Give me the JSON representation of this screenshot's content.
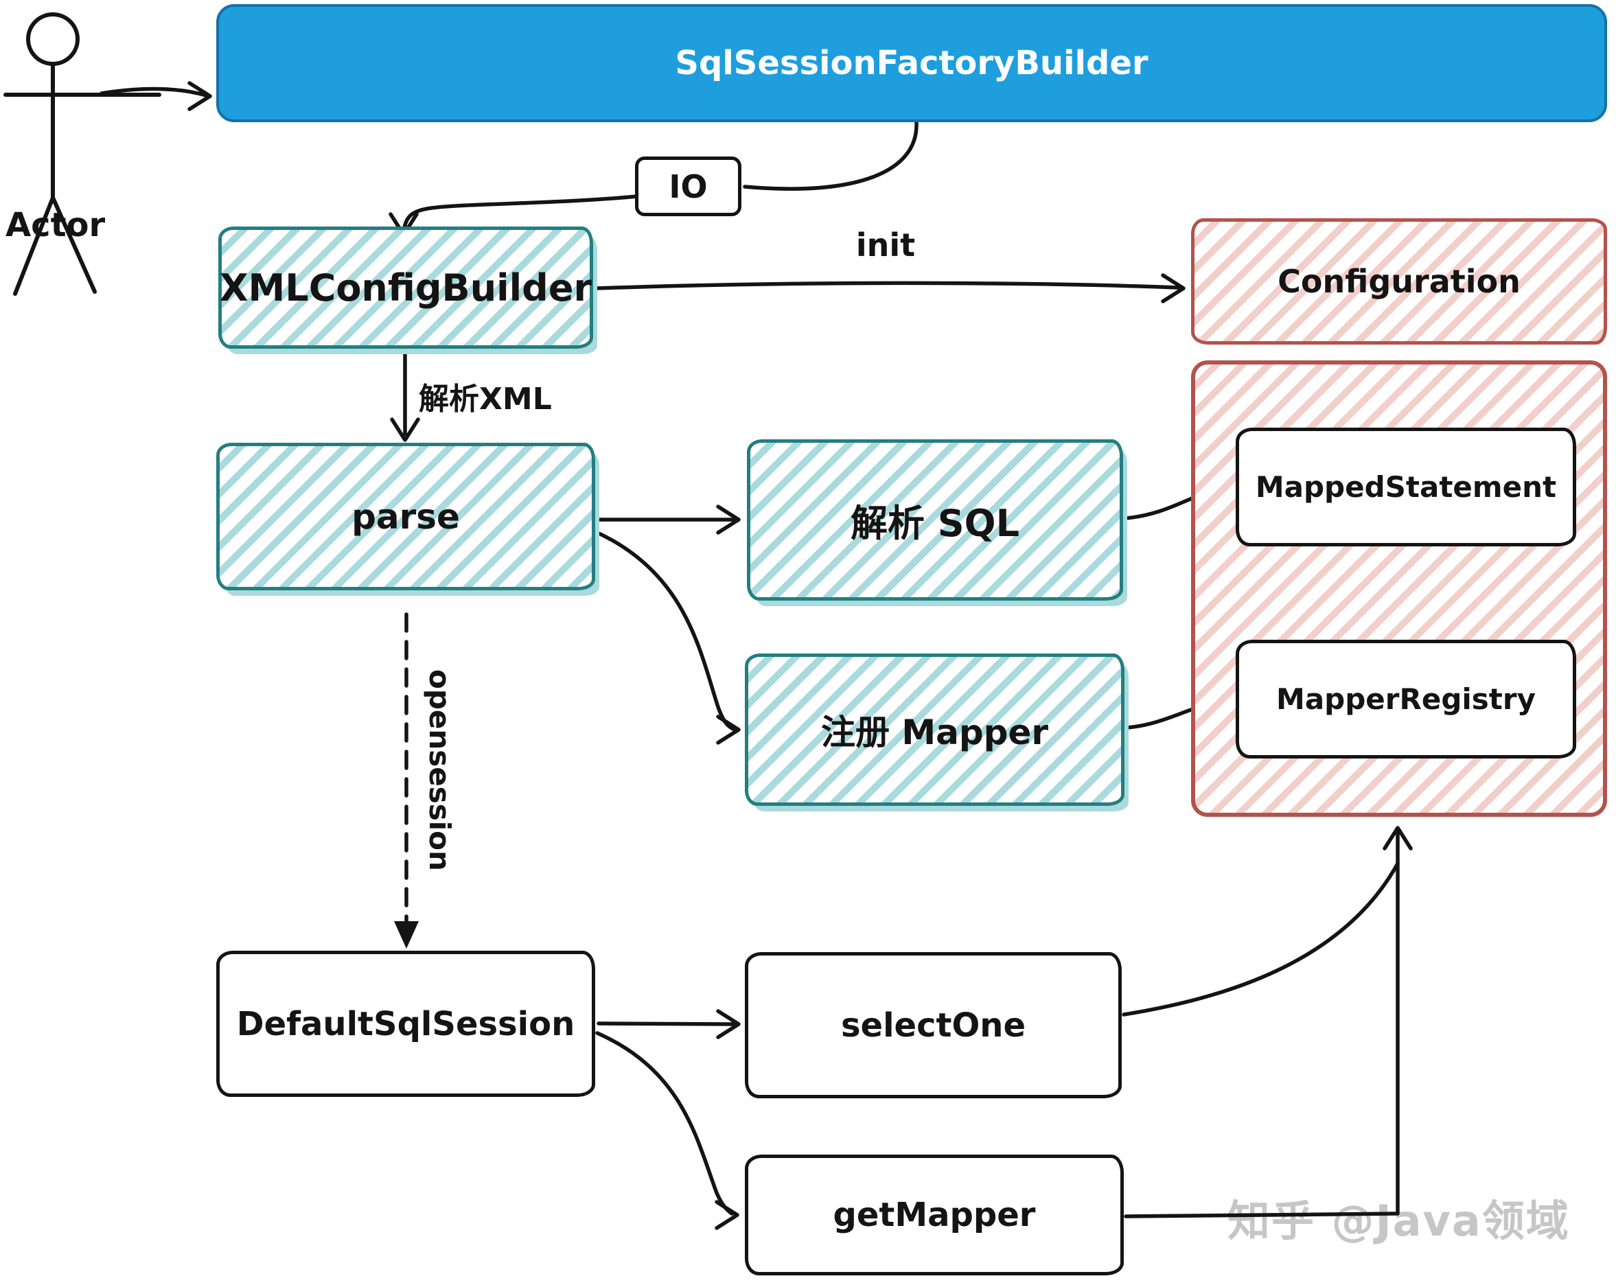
{
  "colors": {
    "blue-fill": "#1E9EDD",
    "blue-border": "#1372A8",
    "teal-border": "#237E80",
    "teal-hatch": "#A9DADD",
    "red-border": "#B2534D",
    "red-hatch": "#F3CFCA",
    "ink": "#141414",
    "watermark": "#C6C6C6"
  },
  "actor": {
    "label": "Actor"
  },
  "nodes": {
    "sql_session_factory_builder": {
      "label": "SqlSessionFactoryBuilder"
    },
    "io": {
      "label": "IO"
    },
    "xml_config_builder": {
      "label": "XMLConfigBuilder"
    },
    "configuration": {
      "label": "Configuration"
    },
    "parse": {
      "label": "parse"
    },
    "parse_sql": {
      "label": "解析 SQL"
    },
    "register_mapper": {
      "label": "注册 Mapper"
    },
    "mapped_statement": {
      "label": "MappedStatement"
    },
    "mapper_registry": {
      "label": "MapperRegistry"
    },
    "default_sql_session": {
      "label": "DefaultSqlSession"
    },
    "select_one": {
      "label": "selectOne"
    },
    "get_mapper": {
      "label": "getMapper"
    }
  },
  "edge_labels": {
    "init": "init",
    "parse_xml": "解析XML",
    "open_session": "opensession"
  },
  "watermark": {
    "text": "知乎 @Java领域"
  }
}
